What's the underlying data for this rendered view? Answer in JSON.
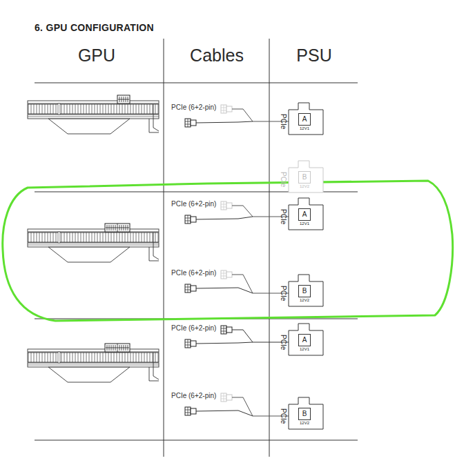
{
  "diagram": {
    "title": "6. GPU CONFIGURATION",
    "nodes": [
      {
        "text": [
          "PCIe",
          "A",
          "12V1"
        ]
      },
      {
        "text": [
          "PCIe",
          "B",
          "12V2"
        ]
      },
      {
        "text": [
          "PCIe",
          "A",
          "12V1"
        ]
      },
      {
        "text": [
          "PCIe",
          "B",
          "12V2"
        ]
      },
      {
        "text": [
          "PCIe",
          "A",
          "12V1"
        ]
      },
      {
        "text": [
          "PCIe",
          "B",
          "12V2"
        ]
      }
    ],
    "labels": [
      "GPU",
      "Cables",
      "PSU",
      "PCIe (6+2-pin)",
      "PCIe (6+2-pin)",
      "PCIe (6+2-pin)",
      "PCIe (6+2-pin)",
      "PCIe (6+2-pin)"
    ]
  }
}
